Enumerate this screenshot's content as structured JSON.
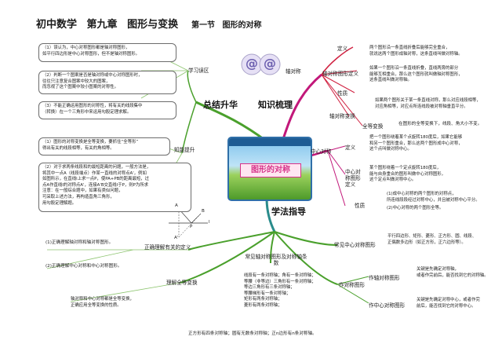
{
  "header": {
    "subject": "初中数学",
    "chapter": "第九章",
    "chapter_title": "图形与变换",
    "section": "第一节",
    "section_title": "图形的对称"
  },
  "center": {
    "title": "图形的对称"
  },
  "colors": {
    "red": "#d02040",
    "magenta": "#c2187a",
    "green": "#4aa02c",
    "teal": "#2a8c8c",
    "blue": "#2f6fa8"
  },
  "branches": {
    "summary": "总结升华",
    "knowledge": "知识梳理",
    "method": "学法指导"
  },
  "summary": {
    "misconceptions": {
      "label": "学习误区",
      "items": [
        [
          "（1）误认为，中心对称图形都是轴对称图形，",
          "如平行四边形是中心对称图形，但不是轴对称图形。"
        ],
        [
          "（2）判断一个图案是否是轴对称或中心对称图形时，",
          "往往只注意复合图案中较大的图案，",
          "而忽视了这个图案中较小图案的对称性。"
        ],
        [
          "（3）不能正确运用图形的对称性，将有关的线段集中",
          "（转换）在一个三角形中来运用勾股定理求解。"
        ]
      ]
    },
    "ability": {
      "label": "知能提升",
      "items": [
        [
          "（1）图形的对称变换是全等变换，要抓住“全等形”",
          "得出有关的线段相等，有关的角相等。"
        ],
        [
          "（2）对于求两条线段和的最短距离的问题，一般方法是，",
          "将其中一点A（线段端点）作某一直线的对称点A'，例如",
          "如图所示，在直线l上求一点P，使PA+PB的距离最短，过",
          "点A作直线l的对称点A'，连接A'B交直线l于P，则P为所求",
          "注意：在一般综合题中，如果有类似问题，",
          "可采取上述方法，再构造直角三角形，",
          "用勾股定理解题。"
        ]
      ]
    }
  },
  "knowledge": {
    "axis_label": "轴对称",
    "definition_label": "定义",
    "definition_text": [
      "两个图形沿一条直线折叠后能够完全重合，",
      "就说这两个图形成轴对称，这条直线叫做对称轴。"
    ],
    "axis_figure_label": "轴对称图形定义",
    "axis_figure_text": [
      "如果一个图形沿一条直线折叠，直线两旁的部分",
      "能够互相重合，那么这个图形就叫做轴对称图形，",
      "这条直线叫做对称轴。"
    ],
    "property_label": "性质",
    "property_text": [
      "如果两个图形关于某一条直线对称，那么对应线段相等，",
      "对应角相等，对应点所连线段被对称轴垂直平分。"
    ],
    "axis_transform_label": "轴对称变换",
    "congruent_label": "全等变换",
    "congruent_text": "在图形的全等变换下，线段、角大小不变。",
    "central_label": "中心对称",
    "central_def_label": "定义",
    "central_def_text": [
      "把一个图形绕着某个点旋转180度后，如果它能够",
      "和另一个图形重合，那么这两个图形成中心对称，",
      "这个点叫做对称中心。"
    ],
    "central_figure_label": "中心对称图形定义",
    "central_figure_text": [
      "某个图形绕着一个定点旋转180度后，",
      "能与自身重合的图形叫做中心对称图形，",
      "这个定点叫做对称中心。"
    ],
    "central_property_label": "性质",
    "central_property_text": [
      "(1)成中心对称的两个图形的对称点，",
      "所连线段段经过对称中心，并且被对称中心平分。",
      "(2)中心对称的两个图形全等。"
    ]
  },
  "method": {
    "central_common_label": "常见中心对称图形",
    "central_common_text": [
      "平行四边形、矩形、菱形、正方形、圆、线段、",
      "正偶数多边形（如正方形，正六边形等）。"
    ],
    "drawing_label": "作对称图形",
    "axis_draw_label": "作轴对称图形",
    "axis_draw_text": [
      "关键是先确定对称轴，",
      "或者作完前后，能否找到它的对称轴。"
    ],
    "central_draw_label": "作中心对称图形",
    "central_draw_text": [
      "关键是先确定对称中心，或者作完",
      "前后，能否找到它的对称中心。"
    ],
    "common_axis_label": "常见轴对称图形及对称轴条数",
    "common_axis_text": [
      "线段有一条对称轴；角有一条对称轴；",
      "等腰（非等边）三角形有一条对称轴；",
      "等边三角形有三条对称轴；",
      "等腰梯形有一条对称轴；",
      "矩形有两条对称轴；",
      "菱形有两条对称轴；",
      "正方形有四条对称轴；圆有无数条对称轴；正n边形有n条对称轴。"
    ],
    "understand_label": "正确理解有关的定义",
    "understand_text": [
      "(1)正确理解轴对称和轴对称图形。",
      "(2)正确理解中心对称和中心对称图形。"
    ],
    "congruence_label": "理解全等变换",
    "congruence_text": [
      "轴对称和中心对称都是全等变换，",
      "正确应用全等变换的性质。"
    ]
  },
  "figure": {
    "line_label": "l",
    "point_a": "A",
    "point_b": "B",
    "point_p": "P",
    "point_a2": "A'"
  }
}
